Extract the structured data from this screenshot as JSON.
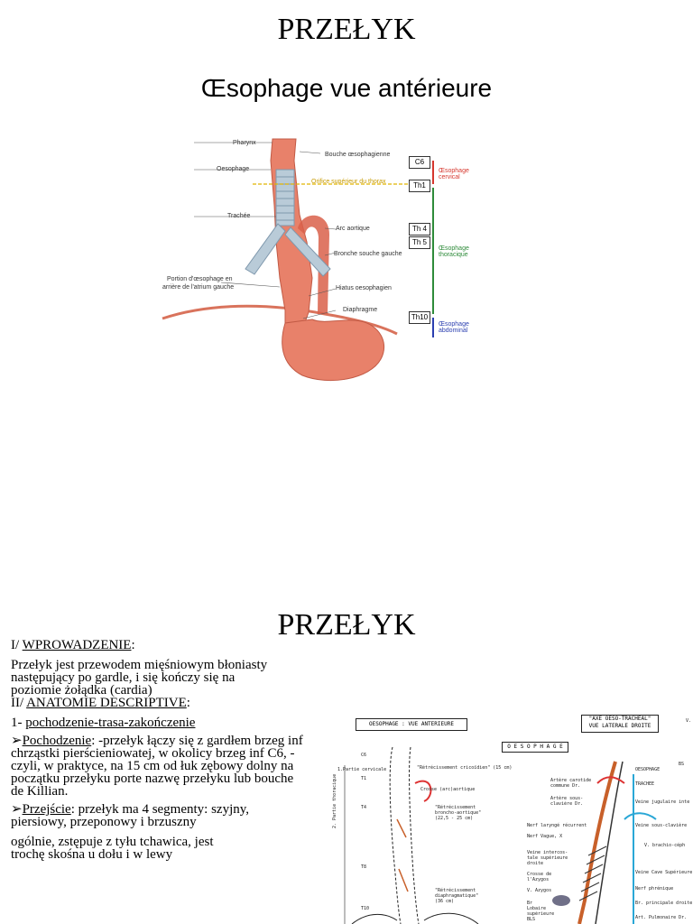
{
  "slide1": {
    "title": "PRZEŁYK",
    "subtitle": "Œsophage vue antérieure",
    "labels": {
      "pharynx": "Pharynx",
      "oesophage": "Oesophage",
      "trachee": "Trachée",
      "portion": "Portion d'œsophage en",
      "portion2": "arrière de l'atrium gauche",
      "bouche": "Bouche œsophagienne",
      "orifice": "Orifice supérieur du thorax",
      "arc": "Arc aortique",
      "bronche": "Bronche souche gauche",
      "hiatus": "Hiatus oesophagien",
      "diaphragme": "Diaphragme"
    },
    "levels": [
      "C6",
      "Th1",
      "Th 4",
      "Th 5",
      "Th10"
    ],
    "segments": {
      "cervical": "Œsophage cervical",
      "thoracique": "Œsophage thoracique",
      "abdominal": "Œsophage abdominal"
    },
    "colors": {
      "cervical": "#d6372e",
      "thoracique": "#2e8b3a",
      "abdominal": "#2b3fb0",
      "organ": "#e8816a",
      "trachea": "#9fb6c8"
    }
  },
  "slide2": {
    "title": "PRZEŁYK",
    "intro_prefix": "I/ ",
    "intro_heading": "WPROWADZENIE",
    "intro_suffix": ":",
    "intro_text": "Przełyk jest przewodem mięśniowym błoniasty następujący po gardle, i się kończy się na poziomie żołądka (cardia)",
    "section2_prefix": "II/ ",
    "section2_heading": "ANATOMIE DESCRIPTIVE",
    "section2_suffix": ":",
    "item1_prefix": "1- ",
    "item1_heading": "pochodzenie-trasa-zakończenie",
    "bullet1_heading": "Pochodzenie",
    "bullet1_text": ": -przełyk łączy się z gardłem brzeg inf chrząstki pierścieniowatej, w okolicy brzeg inf C6, -czyli, w praktyce, na 15 cm od łuk zębowy dolny na początku przełyku porte nazwę przełyku lub bouche de Killian.",
    "bullet2_heading": "Przejście",
    "bullet2_text": ": przełyk ma 4 segmenty: szyjny, piersiowy, przeponowy i brzuszny",
    "para_text": " ogólnie, zstępuje z tyłu tchawica, jest trochę skośna u dołu i w lewy",
    "bullet_glyph": "➢",
    "diagram_left": {
      "header": "OESOPHAGE : VUE ANTERIEURE",
      "labels": [
        "1.Partie cervicale",
        "2. Partie thoracique",
        "C6",
        "T1",
        "T4",
        "T8",
        "T10"
      ],
      "notes": [
        "\"Rétrécissement cricoïdien\" (15 cm)",
        "Crosse (arc)aortique",
        "\"Rétrécissement broncho-aortique\" (22,5 - 25 cm)",
        "\"Rétrécissement diaphragmatique\" (36 cm)"
      ]
    },
    "diagram_right": {
      "header1": "\"AXE OESO-TRACHEAL\"",
      "header2": "VUE LATERALE DROITE",
      "tag": "O E S O P H A G E",
      "labels_left": [
        "Artère carotide commune Dr.",
        "Artère sous-clavière Dr.",
        "Nerf laryngé récurrent",
        "Nerf Vague, X",
        "Veine intercos-tale supérieure droite",
        "Crosse de l'Azygos",
        "V. Azygos",
        "Br Lobaire supérieure BLS"
      ],
      "labels_right": [
        "OESOPHAGE",
        "TRACHEE",
        "Veine jugulaire inte",
        "Veine sous-clavière",
        "V. brachio-céph",
        "Veine Cave Supérieure",
        "Nerf phrénique",
        "Br. principale droite",
        "Art. Pulmonaire Dr."
      ],
      "corner": [
        "V.",
        "BS"
      ]
    }
  }
}
